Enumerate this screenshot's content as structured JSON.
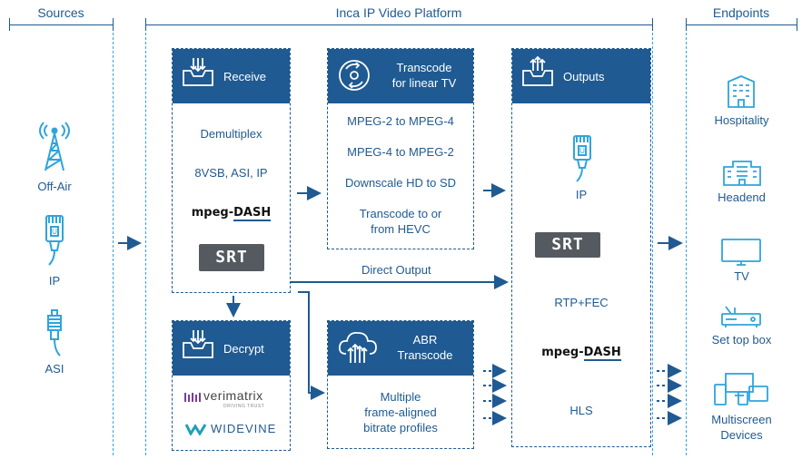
{
  "headers": {
    "sources": "Sources",
    "platform": "Inca IP Video Platform",
    "endpoints": "Endpoints"
  },
  "sources": [
    {
      "label": "Off-Air",
      "icon": "antenna-tower-icon"
    },
    {
      "label": "IP",
      "icon": "network-cable-icon"
    },
    {
      "label": "ASI",
      "icon": "coax-cable-icon"
    }
  ],
  "receive": {
    "title": "Receive",
    "items": [
      "Demultiplex",
      "8VSB, ASI, IP"
    ],
    "dash_logo": {
      "prefix": "mpeg-",
      "suffix": "DASH"
    },
    "srt_logo": "SRT"
  },
  "transcode": {
    "title_line1": "Transcode",
    "title_line2": "for linear TV",
    "items": [
      "MPEG-2 to MPEG-4",
      "MPEG-4 to MPEG-2",
      "Downscale HD to SD",
      "Transcode to or",
      "from HEVC"
    ]
  },
  "outputs": {
    "title": "Outputs",
    "ip_label": "IP",
    "srt_logo": "SRT",
    "rtp_label": "RTP+FEC",
    "dash_logo": {
      "prefix": "mpeg-",
      "suffix": "DASH"
    },
    "hls_label": "HLS"
  },
  "decrypt": {
    "title": "Decrypt",
    "verimatrix": "verimatrix",
    "verimatrix_tagline": "DRIVING TRUST",
    "widevine": "WIDEVINE"
  },
  "abr": {
    "title_line1": "ABR",
    "title_line2": "Transcode",
    "items": [
      "Multiple",
      "frame-aligned",
      "bitrate profiles"
    ]
  },
  "direct_output": "Direct Output",
  "endpoints": [
    {
      "label": "Hospitality",
      "icon": "hotel-building-icon"
    },
    {
      "label": "Headend",
      "icon": "headend-building-icon"
    },
    {
      "label": "TV",
      "icon": "tv-icon"
    },
    {
      "label": "Set top box",
      "icon": "set-top-box-icon"
    },
    {
      "label": "Multiscreen",
      "label2": "Devices",
      "icon": "multiscreen-devices-icon"
    }
  ],
  "colors": {
    "primary": "#1f5a92",
    "accent": "#2fa4dc",
    "logo_gray": "#555a60"
  }
}
